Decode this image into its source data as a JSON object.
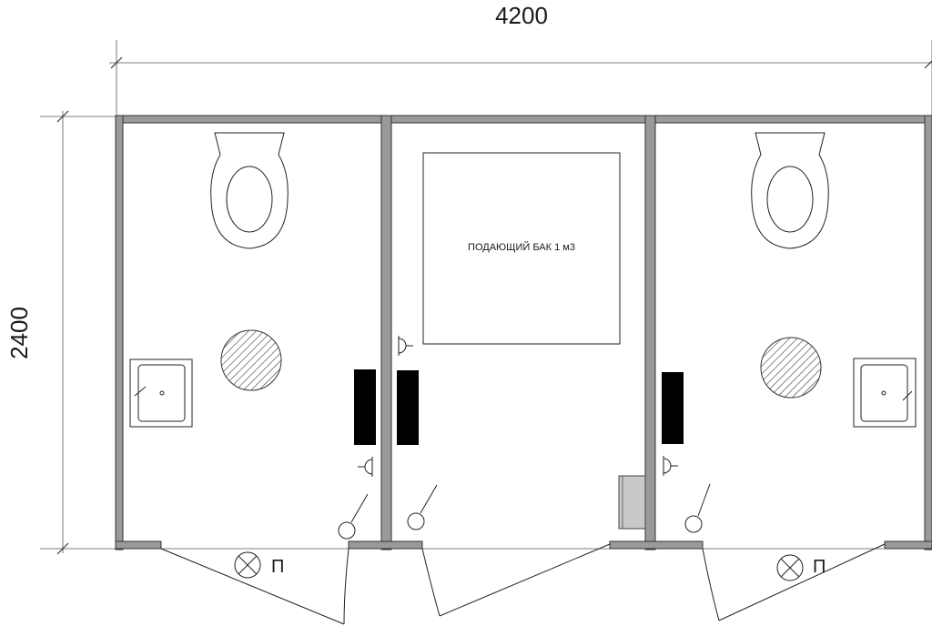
{
  "dimensions": {
    "width_label": "4200",
    "height_label": "2400"
  },
  "rooms": [
    {
      "name": "toilet-left",
      "marker": "П",
      "fixtures": [
        "toilet",
        "sink",
        "floor-drain",
        "switch",
        "lamp",
        "heater"
      ]
    },
    {
      "name": "tank-room",
      "label": "ПОДАЮЩИЙ БАК 1 м3",
      "fixtures": [
        "tank",
        "heater",
        "switch",
        "lamp",
        "pump"
      ]
    },
    {
      "name": "toilet-right",
      "marker": "П",
      "fixtures": [
        "toilet",
        "sink",
        "floor-drain",
        "switch",
        "lamp",
        "heater"
      ]
    }
  ],
  "icons": {
    "ceiling_light": "circle-x-icon",
    "floor_drain": "hatched-circle-icon",
    "heater": "black-rectangle-icon",
    "switch": "switch-symbol-icon"
  },
  "colors": {
    "wall_fill": "#9a9a9a",
    "line": "#222222",
    "heater": "#000000",
    "pump": "#c8c8c8"
  }
}
